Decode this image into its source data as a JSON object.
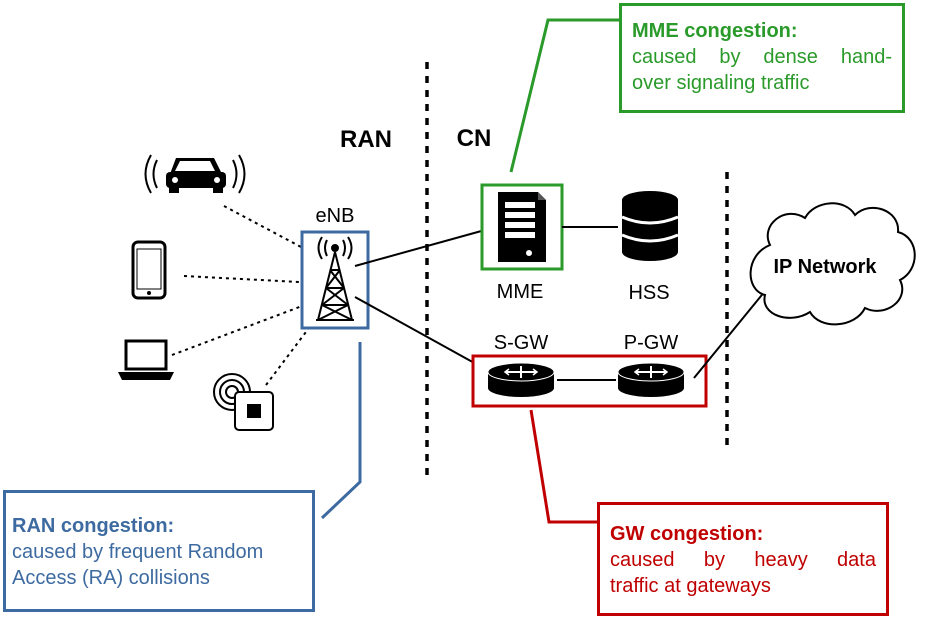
{
  "sections": {
    "ran": "RAN",
    "cn": "CN"
  },
  "nodes": {
    "enb": "eNB",
    "mme": "MME",
    "hss": "HSS",
    "sgw": "S-GW",
    "pgw": "P-GW",
    "ip_network": "IP Network"
  },
  "devices": [
    "car-icon",
    "smartphone-icon",
    "laptop-icon",
    "iot-sensor-icon"
  ],
  "callouts": {
    "mme": {
      "title": "MME congestion:",
      "line1": "caused by dense hand-",
      "line2": "over signaling traffic",
      "color": "#2a9a2a"
    },
    "ran": {
      "title": "RAN congestion:",
      "line1": "caused by frequent Random",
      "line2": "Access (RA) collisions",
      "color": "#3d6aa0"
    },
    "gw": {
      "title": "GW congestion:",
      "line1": "caused by heavy data",
      "line2": "traffic at gateways",
      "color": "#c00000"
    }
  }
}
